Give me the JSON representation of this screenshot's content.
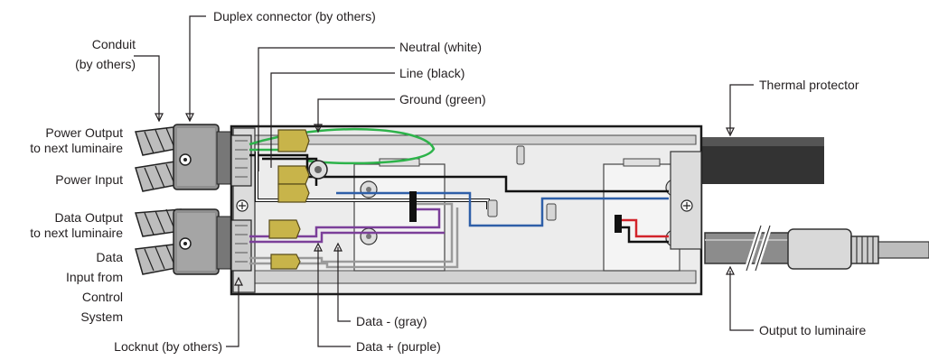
{
  "labels": {
    "duplex_connector": "Duplex connector (by others)",
    "conduit_line1": "Conduit",
    "conduit_line2": "(by others)",
    "neutral": "Neutral (white)",
    "line": "Line (black)",
    "ground": "Ground (green)",
    "thermal_protector": "Thermal protector",
    "power_output_line1": "Power Output",
    "power_output_line2": "to next luminaire",
    "power_input": "Power Input",
    "data_output_line1": "Data Output",
    "data_output_line2": "to next luminaire",
    "data_input_line1": "Data",
    "data_input_line2": "Input from",
    "data_input_line3": "Control",
    "data_input_line4": "System",
    "data_gray": "Data - (gray)",
    "data_purple": "Data + (purple)",
    "locknut": "Locknut (by others)",
    "output_luminaire": "Output to luminaire"
  },
  "colors": {
    "ground_wire": "#2db34a",
    "neutral_wire": "#ffffff",
    "line_wire": "#111111",
    "data_plus_wire": "#7b3f99",
    "data_minus_wire": "#9a9a9a",
    "blue_wire": "#2e5fa8",
    "red_wire": "#d2232a",
    "wire_nut": "#c8b44a",
    "housing": "#e9e9e9",
    "thermal_tube": "#3a3a3a",
    "cable": "#8c8c8c"
  }
}
